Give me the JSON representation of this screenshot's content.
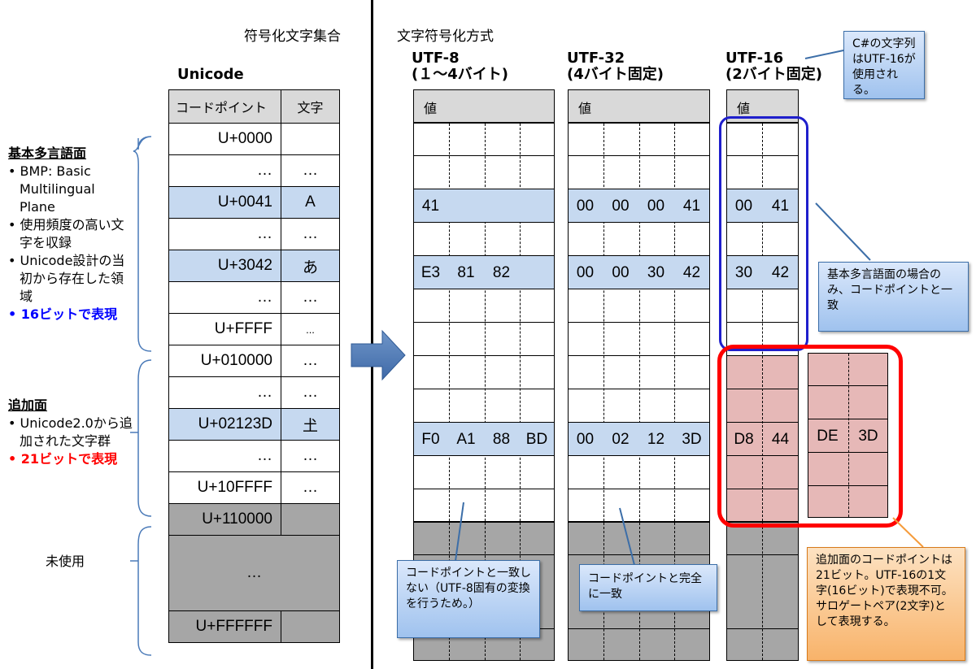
{
  "headers": {
    "char_set": "符号化文字集合",
    "encoding": "文字符号化方式",
    "unicode": "Unicode",
    "utf8_line1": "UTF-8",
    "utf8_line2": "(１～4バイト)",
    "utf32_line1": "UTF-32",
    "utf32_line2": "(4バイト固定)",
    "utf16_line1": "UTF-16",
    "utf16_line2": "(2バイト固定)"
  },
  "unicode_table": {
    "col_codepoint": "コードポイント",
    "col_char": "文字",
    "value_header": "値",
    "rows": [
      {
        "cp": "U+0000",
        "ch": ""
      },
      {
        "cp": "…",
        "ch": "…"
      },
      {
        "cp": "U+0041",
        "ch": "A"
      },
      {
        "cp": "…",
        "ch": "…"
      },
      {
        "cp": "U+3042",
        "ch": "あ"
      },
      {
        "cp": "…",
        "ch": "…"
      },
      {
        "cp": "U+FFFF",
        "ch": "..."
      },
      {
        "cp": "U+010000",
        "ch": "…"
      },
      {
        "cp": "…",
        "ch": "…"
      },
      {
        "cp": "U+02123D",
        "ch": "𡈽"
      },
      {
        "cp": "…",
        "ch": "…"
      },
      {
        "cp": "U+10FFFF",
        "ch": "…"
      },
      {
        "cp": "U+110000",
        "ch": ""
      },
      {
        "cp": "…",
        "ch": ""
      },
      {
        "cp": "U+FFFFFF",
        "ch": ""
      }
    ]
  },
  "utf8": {
    "row_a": [
      "41"
    ],
    "row_hiragana": [
      "E3",
      "81",
      "82"
    ],
    "row_supp": [
      "F0",
      "A1",
      "88",
      "BD"
    ]
  },
  "utf32": {
    "row_a": [
      "00",
      "00",
      "00",
      "41"
    ],
    "row_hiragana": [
      "00",
      "00",
      "30",
      "42"
    ],
    "row_supp": [
      "00",
      "02",
      "12",
      "3D"
    ]
  },
  "utf16": {
    "row_a": [
      "00",
      "41"
    ],
    "row_hiragana": [
      "30",
      "42"
    ],
    "row_supp_high": [
      "D8",
      "44"
    ],
    "row_supp_low": [
      "DE",
      "3D"
    ]
  },
  "side": {
    "bmp_title": "基本多言語面",
    "bmp_b1": "• BMP: Basic Multilingual Plane",
    "bmp_b2": "• 使用頻度の高い文字を収録",
    "bmp_b3": "• Unicode設計の当初から存在した領域",
    "bmp_b4": "• 16ビットで表現",
    "supp_title": "追加面",
    "supp_b1": "• Unicode2.0から追加された文字群",
    "supp_b2": "• 21ビットで表現",
    "unused": "未使用"
  },
  "callouts": {
    "csharp": "C#の文字列はUTF-16が使用される。",
    "bmp_match": "基本多言語面の場合のみ、コードポイントと一致",
    "utf8_nomatch": "コードポイントと一致しない（UTF-8固有の変換を行うため。）",
    "utf32_match": "コードポイントと完全に一致",
    "supp_note": "追加面のコードポイントは21ビット。UTF-16の1文字(16ビット)で表現不可。サロゲートペア(2文字)として表現する。"
  },
  "colors": {
    "highlight_row": "#c6d9f0",
    "unused_gray": "#a6a6a6",
    "header_gray": "#d9d9d9",
    "surrogate_pink": "#e6b8b7",
    "bmp_border_blue": "#1f1fcc",
    "supp_border_red": "#ff0000",
    "blue_text": "#0000ff",
    "red_text": "#ff0000"
  }
}
